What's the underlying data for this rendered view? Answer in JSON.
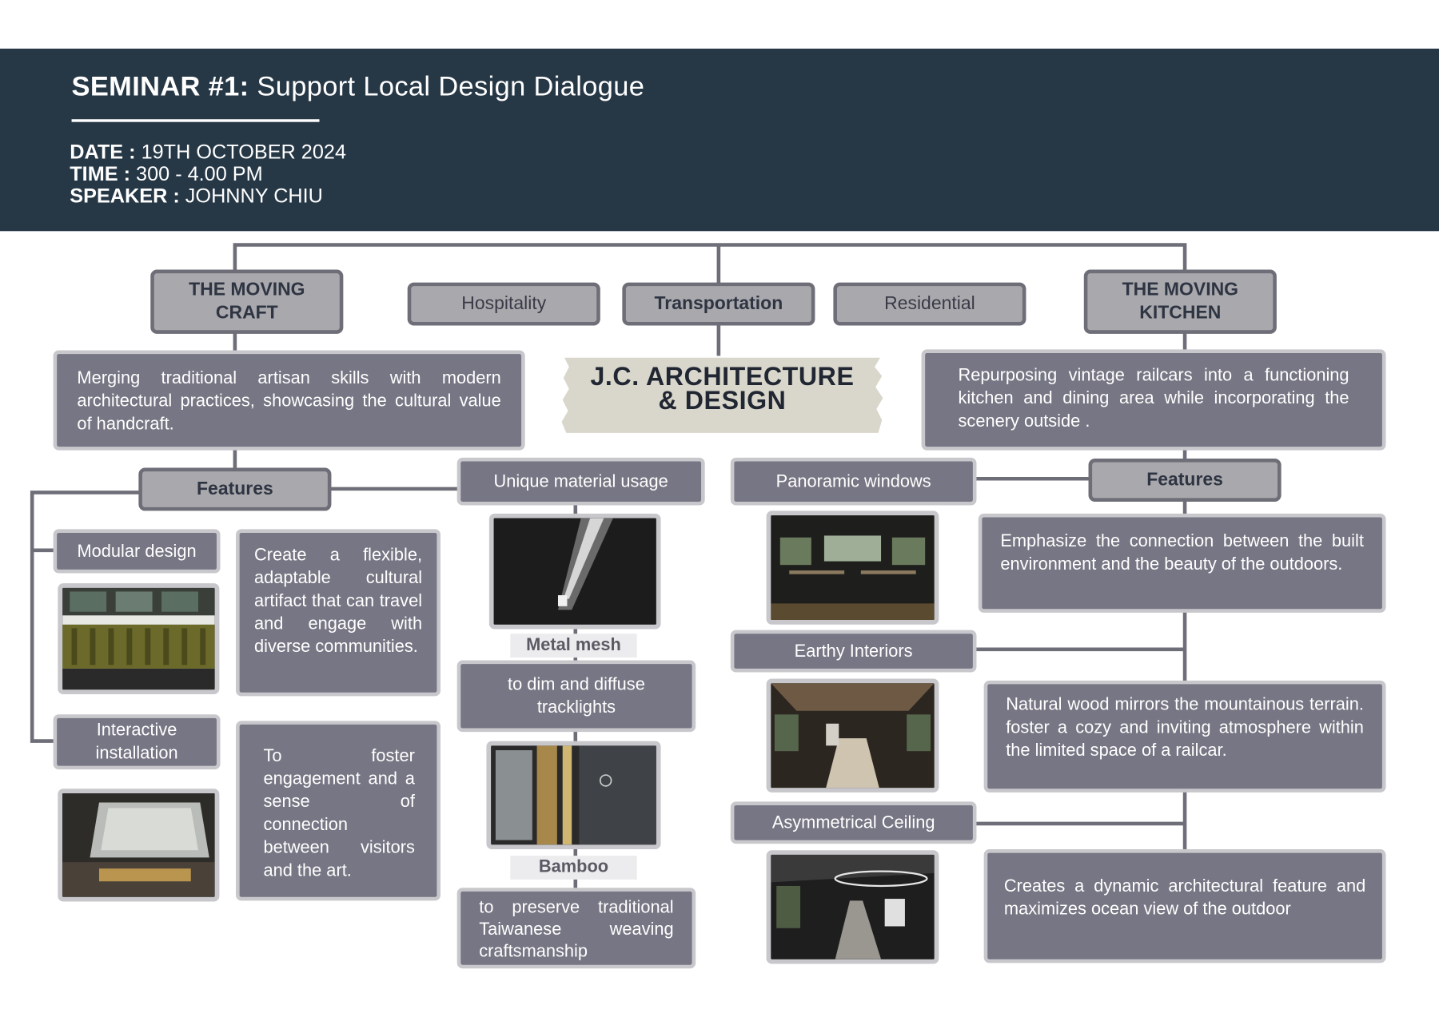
{
  "header": {
    "title_bold": "SEMINAR #1:",
    "title_rest": " Support Local Design Dialogue",
    "date_label": "DATE :",
    "date_value": " 19TH OCTOBER 2024",
    "time_label": "TIME :",
    "time_value": "  300 - 4.00 PM",
    "speaker_label": "SPEAKER :",
    "speaker_value": " JOHNNY CHIU"
  },
  "center": {
    "title_line1": "J.C. ARCHITECTURE",
    "title_line2": "& DESIGN"
  },
  "categories": {
    "moving_craft": "THE MOVING CRAFT",
    "hospitality": "Hospitality",
    "transportation": "Transportation",
    "residential": "Residential",
    "moving_kitchen": "THE MOVING KITCHEN"
  },
  "craft": {
    "description": "Merging traditional artisan skills with modern architectural practices, showcasing the cultural value of handcraft.",
    "features_label": "Features",
    "modular_label": "Modular design",
    "modular_desc": "Create a flexible, adaptable cultural artifact that can travel and engage with diverse communities.",
    "interactive_label": "Interactive installation",
    "interactive_desc": "To foster engagement and a sense of connection between visitors and the art.",
    "material_label": "Unique material usage",
    "metal_label": "Metal mesh",
    "metal_desc": "to dim and diffuse tracklights",
    "bamboo_label": "Bamboo",
    "bamboo_desc": "to preserve traditional Taiwanese weaving craftsmanship"
  },
  "kitchen": {
    "description": "Repurposing vintage railcars into a functioning kitchen and dining area while incorporating the scenery outside .",
    "features_label": "Features",
    "panoramic_label": "Panoramic windows",
    "panoramic_desc": "Emphasize the connection between the built environment and the beauty of the outdoors.",
    "earthy_label": "Earthy Interiors",
    "earthy_desc": "Natural wood mirrors the mountainous terrain. foster a cozy and inviting atmosphere within the limited space of a railcar.",
    "ceiling_label": "Asymmetrical Ceiling",
    "ceiling_desc": "Creates a dynamic architectural feature and maximizes ocean view of the outdoor"
  },
  "colors": {
    "header_bg": "#263746",
    "box_bg": "#767684",
    "pill_bg": "#a9a9ad",
    "connector": "#6e6e78"
  },
  "icons": {
    "photo_modular": "train-seats-photo",
    "photo_interactive": "cabin-window-photo",
    "photo_metal": "metal-mesh-photo",
    "photo_bamboo": "bamboo-wall-photo",
    "photo_panoramic": "panoramic-dining-photo",
    "photo_earthy": "wood-interior-photo",
    "photo_ceiling": "ceiling-kitchen-photo"
  }
}
